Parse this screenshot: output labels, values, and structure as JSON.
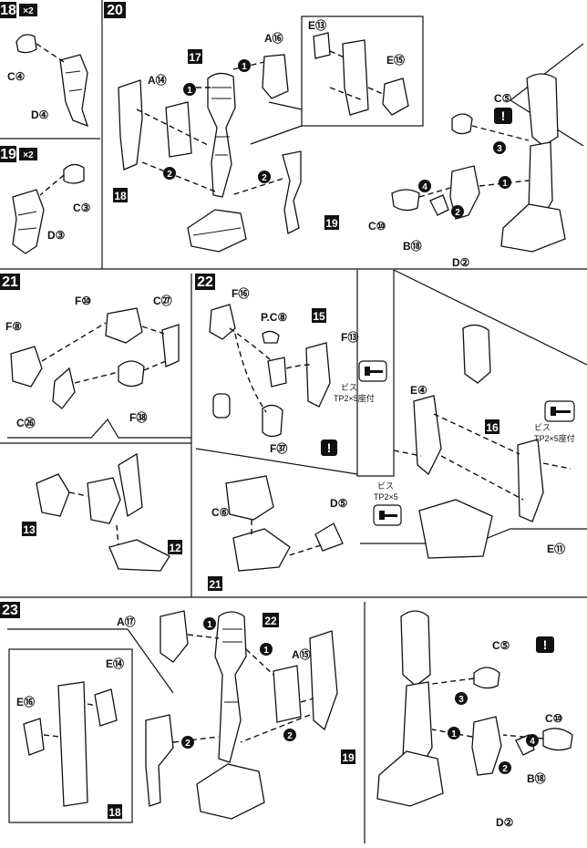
{
  "steps": [
    {
      "number": "18",
      "multiplier": "×2",
      "labels": [
        "C④",
        "D④"
      ]
    },
    {
      "number": "19",
      "multiplier": "×2",
      "labels": [
        "C③",
        "D③"
      ]
    },
    {
      "number": "20",
      "labels": [
        "A⑯",
        "17",
        "A⑭",
        "E⑬",
        "E⑮",
        "18",
        "19",
        "C⑤",
        "C⑩",
        "B⑱",
        "D②"
      ]
    },
    {
      "number": "21",
      "labels": [
        "F⑩",
        "C㉗",
        "F⑧",
        "C㉖",
        "F㊳",
        "13",
        "12"
      ]
    },
    {
      "number": "22",
      "labels": [
        "F⑯",
        "P.C⑧",
        "15",
        "F⑬",
        "F㊲",
        "C⑥",
        "D⑤",
        "21",
        "E④",
        "16",
        "E⑪"
      ]
    },
    {
      "number": "23",
      "labels": [
        "A⑰",
        "22",
        "A⑮",
        "E⑭",
        "E⑯",
        "18",
        "19",
        "C⑤",
        "C⑩",
        "B⑱",
        "D②"
      ]
    }
  ],
  "screw_notes": [
    {
      "line1": "ビス",
      "line2": "TP2×5座付"
    },
    {
      "line1": "ビス",
      "line2": "TP2×5座付"
    },
    {
      "line1": "ビス",
      "line2": "TP2×5"
    }
  ],
  "markers": {
    "caution": "!",
    "seq1": "1",
    "seq2": "2",
    "seq3": "3",
    "seq4": "4"
  }
}
